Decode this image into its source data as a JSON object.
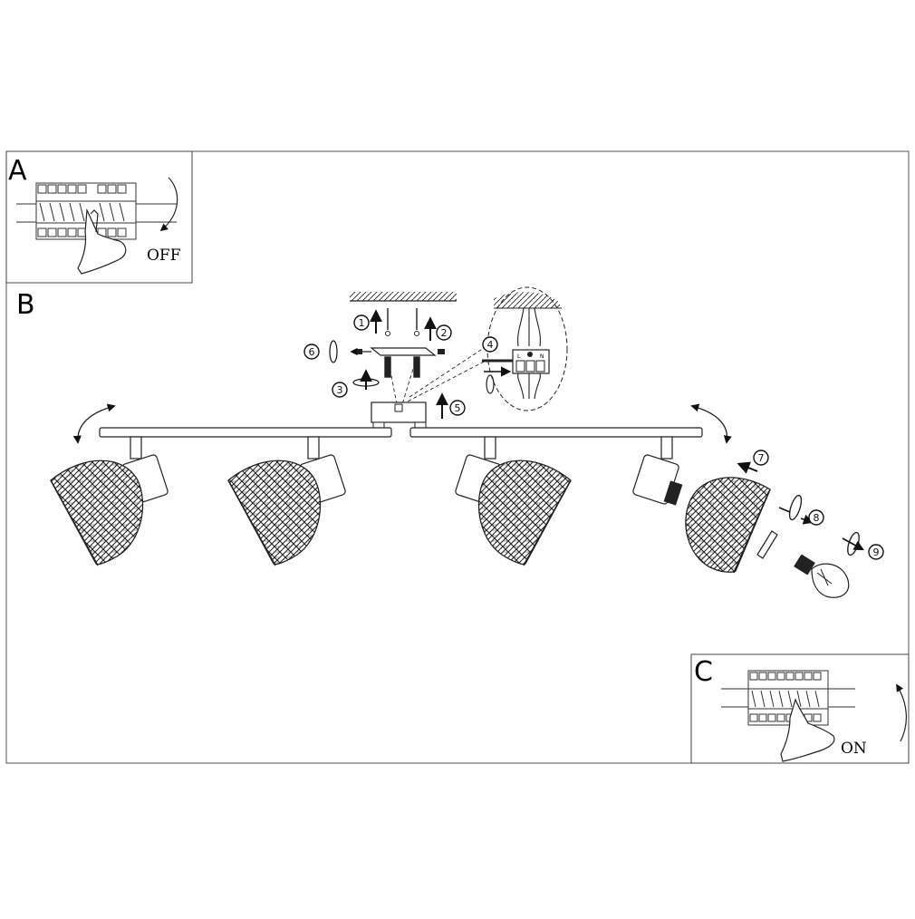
{
  "panels": {
    "a": {
      "letter": "A",
      "state": "OFF"
    },
    "b": {
      "letter": "B"
    },
    "c": {
      "letter": "C",
      "state": "ON"
    }
  },
  "steps": [
    "1",
    "2",
    "3",
    "4",
    "5",
    "6",
    "7",
    "8",
    "9"
  ],
  "terminal_labels": [
    "L",
    "N"
  ]
}
